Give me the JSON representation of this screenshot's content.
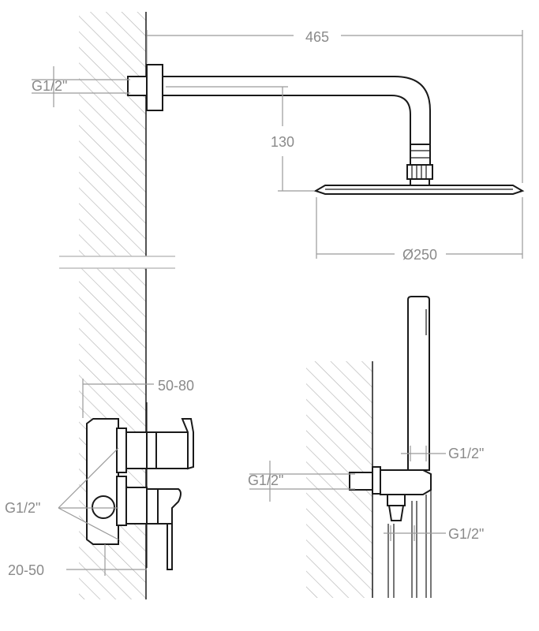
{
  "dimensions": {
    "arm_length": "465",
    "arm_drop": "130",
    "head_diameter": "Ø250",
    "thread_arm": "G1/2\"",
    "mixer_depth": "50-80",
    "mixer_threads": "G1/2\"",
    "mixer_offset": "20-50",
    "handshower_inlet": "G1/2\"",
    "handshower_top": "G1/2\"",
    "handshower_bottom": "G1/2\""
  }
}
